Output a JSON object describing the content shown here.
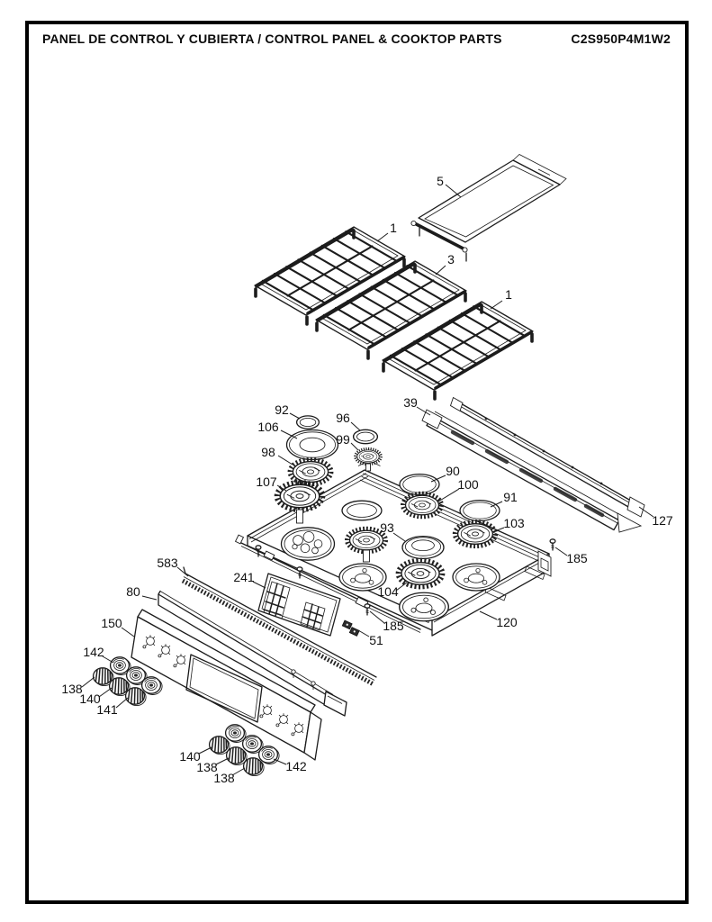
{
  "page": {
    "background_color": "#ffffff",
    "border_color": "#000000",
    "line_color": "#1c1c1c"
  },
  "header": {
    "title": "PANEL DE CONTROL Y CUBIERTA / CONTROL PANEL & COOKTOP PARTS",
    "model": "C2S950P4M1W2"
  },
  "diagram": {
    "type": "exploded-parts-view",
    "callouts": [
      {
        "part": "5",
        "component": "griddle"
      },
      {
        "part": "1",
        "component": "grate-left"
      },
      {
        "part": "3",
        "component": "grate-center"
      },
      {
        "part": "1",
        "component": "grate-right"
      },
      {
        "part": "92",
        "component": "burner-cap-small"
      },
      {
        "part": "106",
        "component": "burner-cap-ring"
      },
      {
        "part": "96",
        "component": "burner-cap-small-right"
      },
      {
        "part": "99",
        "component": "burner-head-small"
      },
      {
        "part": "98",
        "component": "burner-head"
      },
      {
        "part": "107",
        "component": "burner-base-assembly"
      },
      {
        "part": "39",
        "component": "rear-rail-front"
      },
      {
        "part": "127",
        "component": "rear-rail-back"
      },
      {
        "part": "90",
        "component": "burner-ring-left"
      },
      {
        "part": "100",
        "component": "burner-head-left"
      },
      {
        "part": "91",
        "component": "burner-ring-right"
      },
      {
        "part": "103",
        "component": "burner-head-right"
      },
      {
        "part": "93",
        "component": "burner-dome-center"
      },
      {
        "part": "104",
        "component": "burner-head-large"
      },
      {
        "part": "185",
        "component": "screw-right"
      },
      {
        "part": "120",
        "component": "cooktop-main-top"
      },
      {
        "part": "583",
        "component": "toothed-trim-strip"
      },
      {
        "part": "241",
        "component": "control-board"
      },
      {
        "part": "80",
        "component": "panel-support-bracket"
      },
      {
        "part": "150",
        "component": "control-panel"
      },
      {
        "part": "142",
        "component": "knob-left-cluster"
      },
      {
        "part": "138",
        "component": "knob-left-cluster"
      },
      {
        "part": "140",
        "component": "knob-left-cluster"
      },
      {
        "part": "141",
        "component": "knob-left-cluster"
      },
      {
        "part": "185",
        "component": "screw-left"
      },
      {
        "part": "51",
        "component": "clip"
      },
      {
        "part": "140",
        "component": "knob-bottom-cluster"
      },
      {
        "part": "138",
        "component": "knob-bottom-cluster"
      },
      {
        "part": "138",
        "component": "knob-bottom-cluster"
      },
      {
        "part": "142",
        "component": "knob-bottom-cluster"
      }
    ]
  }
}
